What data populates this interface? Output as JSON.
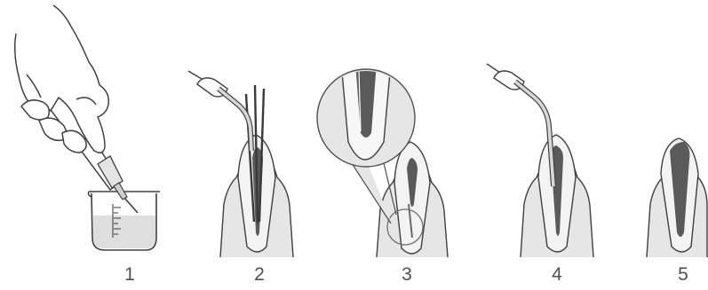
{
  "steps": [
    {
      "number": "1",
      "icon": "hand-syringe-beaker-icon"
    },
    {
      "number": "2",
      "icon": "tooth-with-paper-points-icon"
    },
    {
      "number": "3",
      "icon": "tooth-magnified-canal-icon"
    },
    {
      "number": "4",
      "icon": "tooth-filling-syringe-icon"
    },
    {
      "number": "5",
      "icon": "filled-tooth-icon"
    }
  ],
  "colors": {
    "outline": "#404040",
    "skin": "#ffffff",
    "gum": "#e6e6e6",
    "tooth": "#f3f3f3",
    "canal_fill": "#5a5a5a",
    "liquid": "#dedede",
    "instrument": "#d8d8d8"
  }
}
